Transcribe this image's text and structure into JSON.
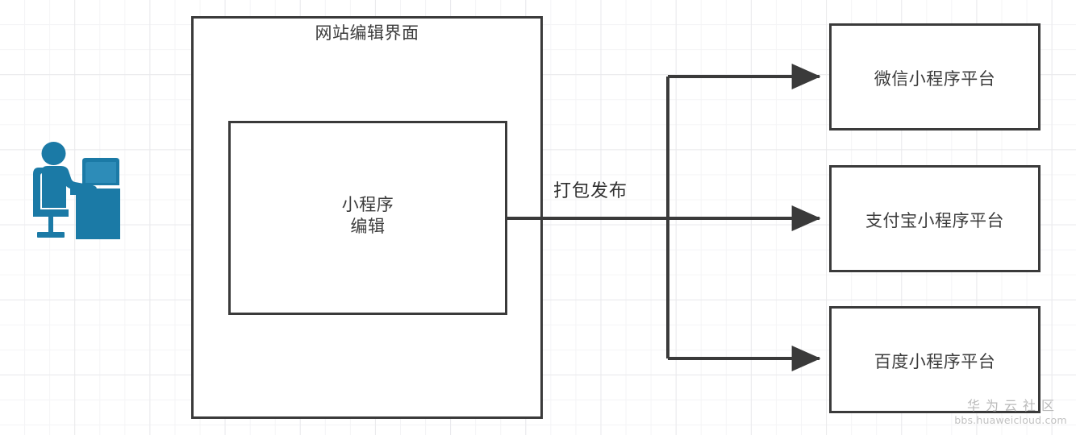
{
  "diagram": {
    "editor": {
      "title": "网站编辑界面",
      "inner_box_label": "小程序\n编辑"
    },
    "flow": {
      "arrow_label": "打包发布"
    },
    "platforms": [
      {
        "label": "微信小程序平台"
      },
      {
        "label": "支付宝小程序平台"
      },
      {
        "label": "百度小程序平台"
      }
    ],
    "actor": {
      "icon": "person-at-desk-icon",
      "color": "#1b7aa6"
    },
    "style": {
      "stroke": "#3a3a3a",
      "text": "#3c3c3c",
      "background": "#ffffff",
      "grid_minor": "#f4f4f6",
      "grid_major": "#e9e9ec"
    }
  },
  "watermark": {
    "title": "华为云社区",
    "url": "bbs.huaweicloud.com"
  }
}
